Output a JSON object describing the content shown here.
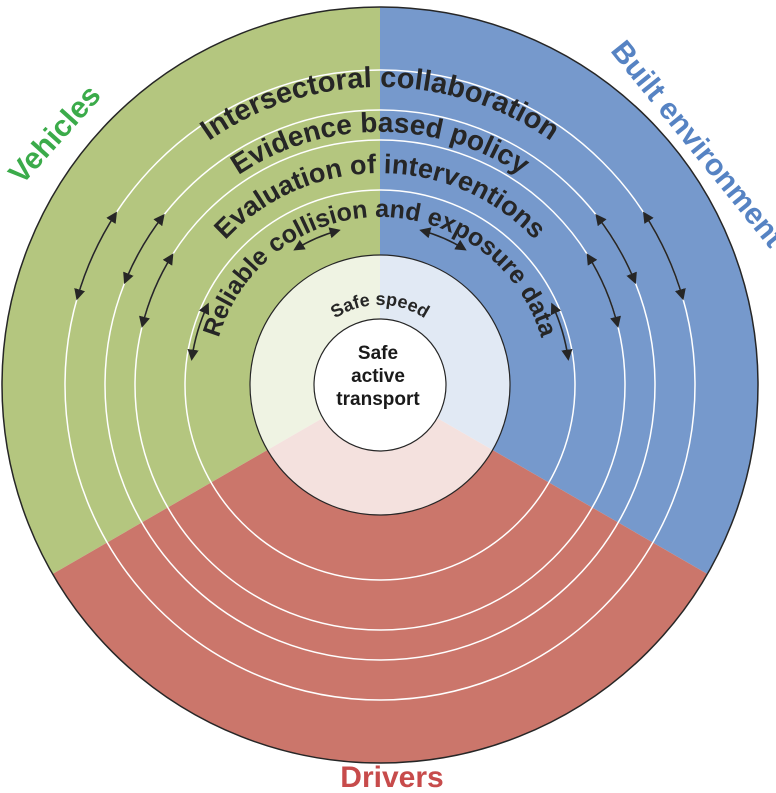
{
  "sectors": {
    "vehicles": {
      "label": "Vehicles",
      "fill": "#b4c67f",
      "label_color": "#3bab4a"
    },
    "built_environment": {
      "label": "Built environment",
      "fill": "#7699cc",
      "label_color": "#5683c3"
    },
    "drivers": {
      "label": "Drivers",
      "fill": "#cb766b",
      "label_color": "#c74b4b"
    }
  },
  "rings": [
    {
      "label": "Intersectoral collaboration"
    },
    {
      "label": "Evidence based policy"
    },
    {
      "label": "Evaluation of interventions"
    },
    {
      "label": "Reliable collision and exposure data"
    }
  ],
  "inner_ring": {
    "label": "Safe speed"
  },
  "center": {
    "line1": "Safe",
    "line2": "active",
    "line3": "transport"
  },
  "colors": {
    "ring_stroke": "#ffffff",
    "outline": "#262626",
    "text": "#262626",
    "arrow": "#262626"
  }
}
